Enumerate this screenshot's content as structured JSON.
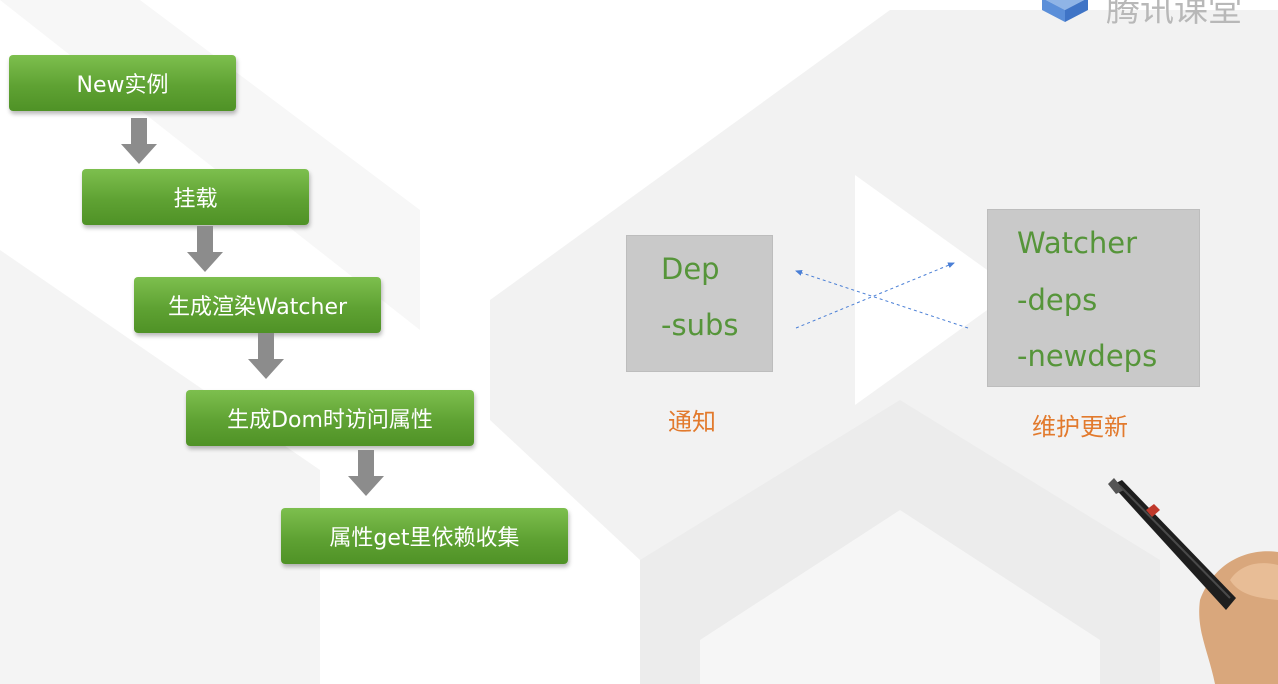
{
  "flow": {
    "steps": [
      {
        "label": "New实例"
      },
      {
        "label": "挂载"
      },
      {
        "label": "生成渲染Watcher"
      },
      {
        "label": "生成Dom时访问属性"
      },
      {
        "label": "属性get里依赖收集"
      }
    ]
  },
  "dep": {
    "title": "Dep",
    "field": "-subs",
    "caption": "通知"
  },
  "watcher": {
    "title": "Watcher",
    "field1": "-deps",
    "field2": "-newdeps",
    "caption": "维护更新"
  },
  "watermark": {
    "text": "腾讯课堂"
  },
  "colors": {
    "step_green": "#5fa233",
    "box_gray": "#c9c9c9",
    "box_text_green": "#56953a",
    "caption_orange": "#e27a2d",
    "link_blue": "#4a7fd6",
    "arrow_gray": "#8c8c8c"
  }
}
